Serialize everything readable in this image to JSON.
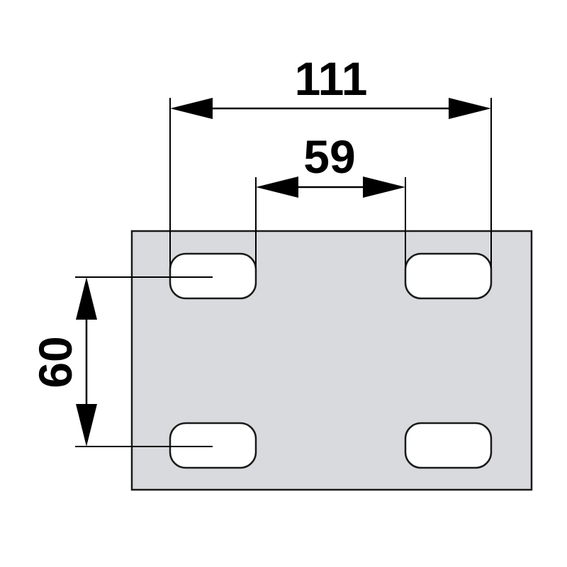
{
  "colors": {
    "plate_fill": "#d9dadd",
    "outline": "#1a1a1a",
    "slot_fill": "#ffffff",
    "dimension": "#000000"
  },
  "dimensions": {
    "outer_hole_spacing": "111",
    "inner_hole_spacing": "59",
    "vertical_hole_spacing": "60"
  },
  "parts": {
    "plate": {
      "shape": "rectangle"
    },
    "slots": [
      {
        "position": "top-left",
        "shape": "rounded-slot"
      },
      {
        "position": "top-right",
        "shape": "rounded-slot"
      },
      {
        "position": "bottom-left",
        "shape": "rounded-slot"
      },
      {
        "position": "bottom-right",
        "shape": "rounded-slot"
      }
    ]
  }
}
